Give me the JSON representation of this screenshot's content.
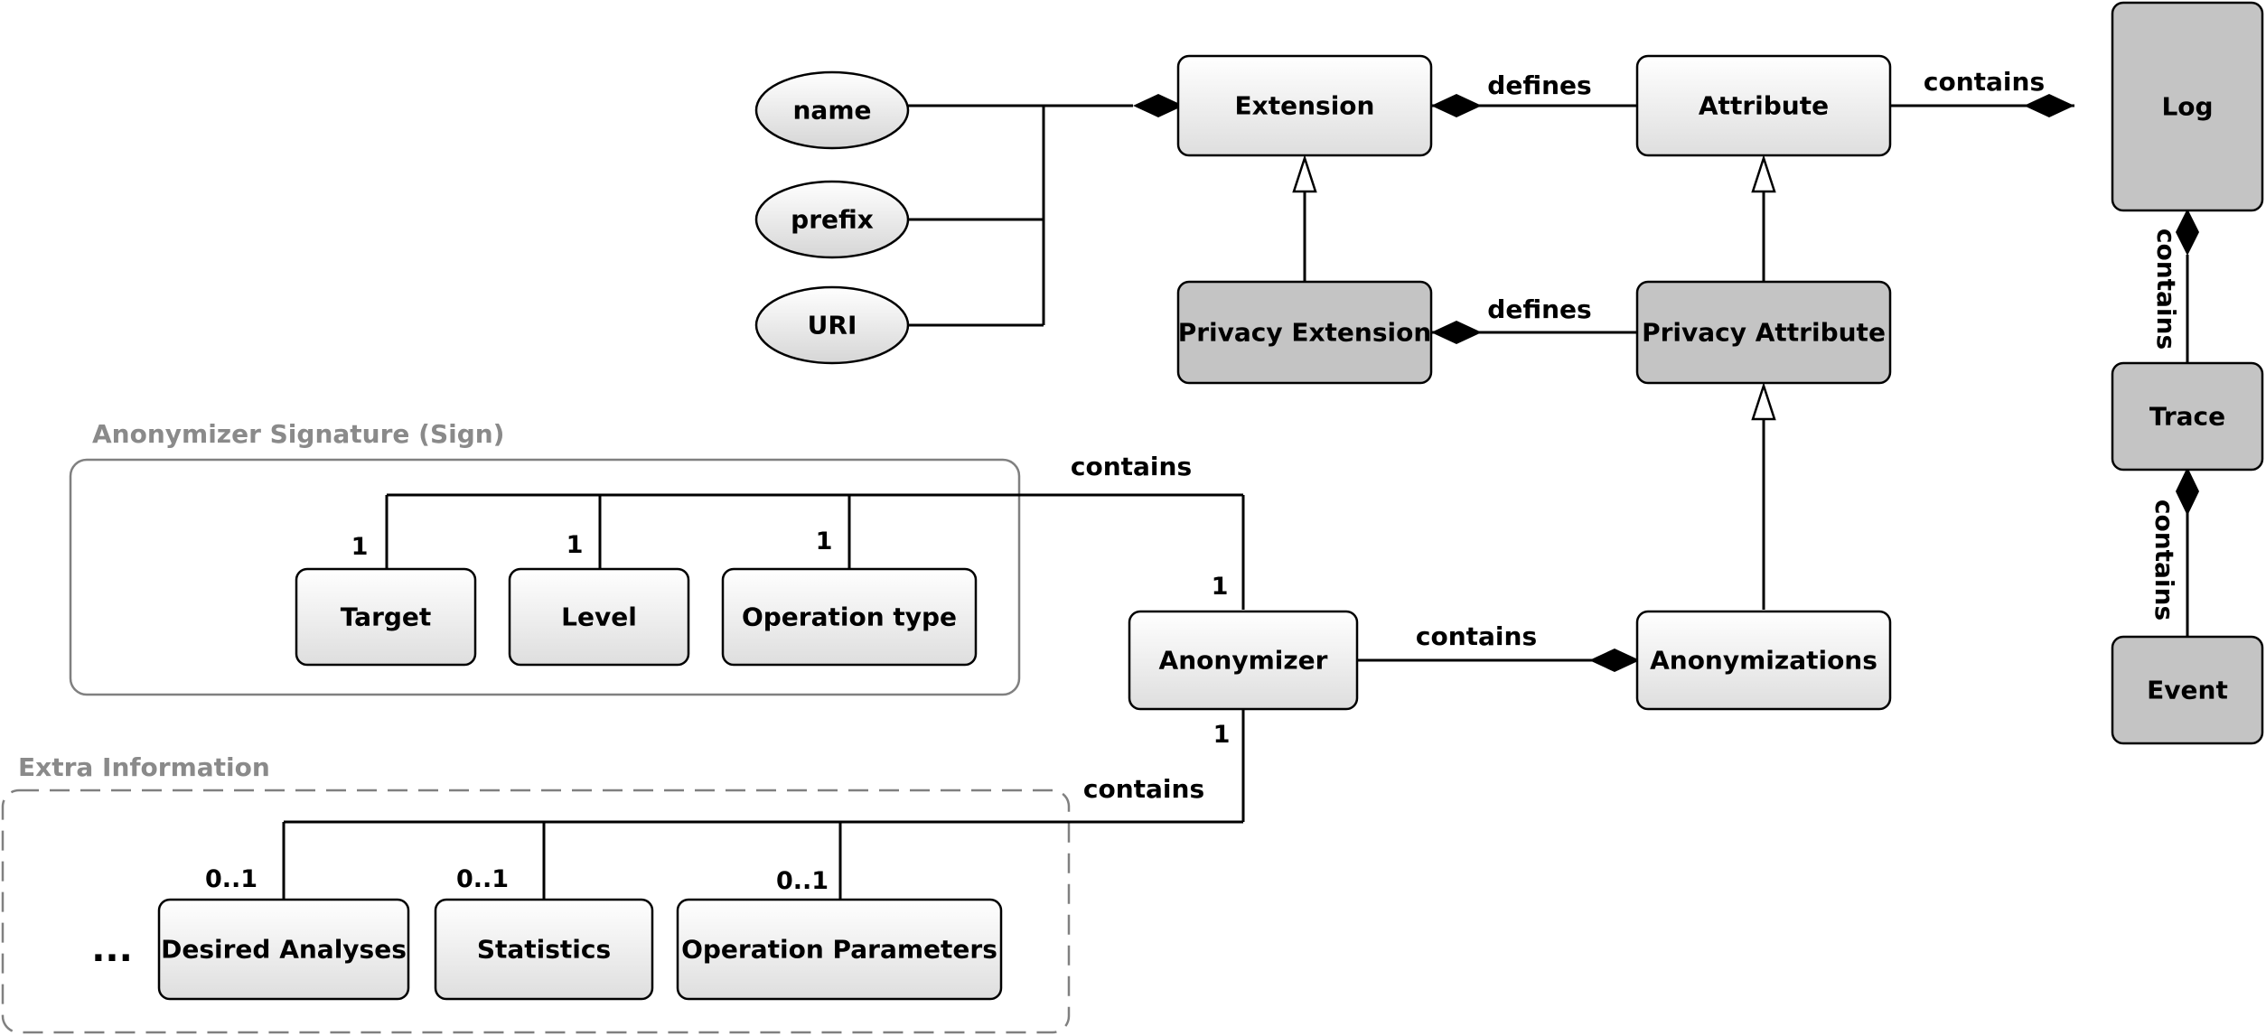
{
  "attributes": [
    "name",
    "prefix",
    "URI"
  ],
  "classes": {
    "extension": "Extension",
    "attribute": "Attribute",
    "log": "Log",
    "privacy_extension": "Privacy Extension",
    "privacy_attribute": "Privacy Attribute",
    "trace": "Trace",
    "event": "Event",
    "anonymizer": "Anonymizer",
    "anonymizations": "Anonymizations",
    "target": "Target",
    "level": "Level",
    "operation_type": "Operation type",
    "desired_analyses": "Desired Analyses",
    "statistics": "Statistics",
    "operation_parameters": "Operation Parameters"
  },
  "relations": {
    "defines_1": "defines",
    "defines_2": "defines",
    "contains_attr_log": "contains",
    "contains_log_trace": "contains",
    "contains_trace_event": "contains",
    "contains_sign": "contains",
    "contains_anon": "contains",
    "contains_extra": "contains"
  },
  "multiplicities": {
    "target": "1",
    "level": "1",
    "operation_type": "1",
    "anonymizer_top": "1",
    "anonymizer_bottom": "1",
    "desired_analyses": "0..1",
    "statistics": "0..1",
    "operation_parameters": "0..1"
  },
  "groups": {
    "signature": "Anonymizer Signature (Sign)",
    "extra": "Extra Information"
  },
  "ellipsis": "..."
}
